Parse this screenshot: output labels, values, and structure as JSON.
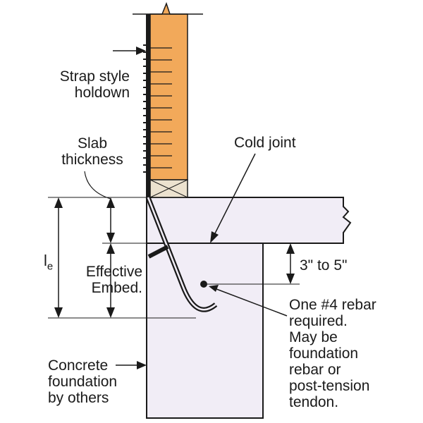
{
  "labels": {
    "strap_line1": "Strap style",
    "strap_line2": "holdown",
    "slab_line1": "Slab",
    "slab_line2": "thickness",
    "cold_joint": "Cold joint",
    "le_main": "l",
    "le_sub": "e",
    "effective_line1": "Effective",
    "effective_line2": "Embed.",
    "range": "3\" to 5\"",
    "rebar_lines": [
      "One #4 rebar",
      "required.",
      "May be",
      "foundation",
      "rebar or",
      "post-tension",
      "tendon."
    ],
    "concrete_line1": "Concrete",
    "concrete_line2": "foundation",
    "concrete_line3": "by others"
  },
  "colors": {
    "wood": "#f2a95a",
    "concrete": "#f1edf6",
    "line": "#1a1a1a",
    "sill": "#ece2cf"
  }
}
